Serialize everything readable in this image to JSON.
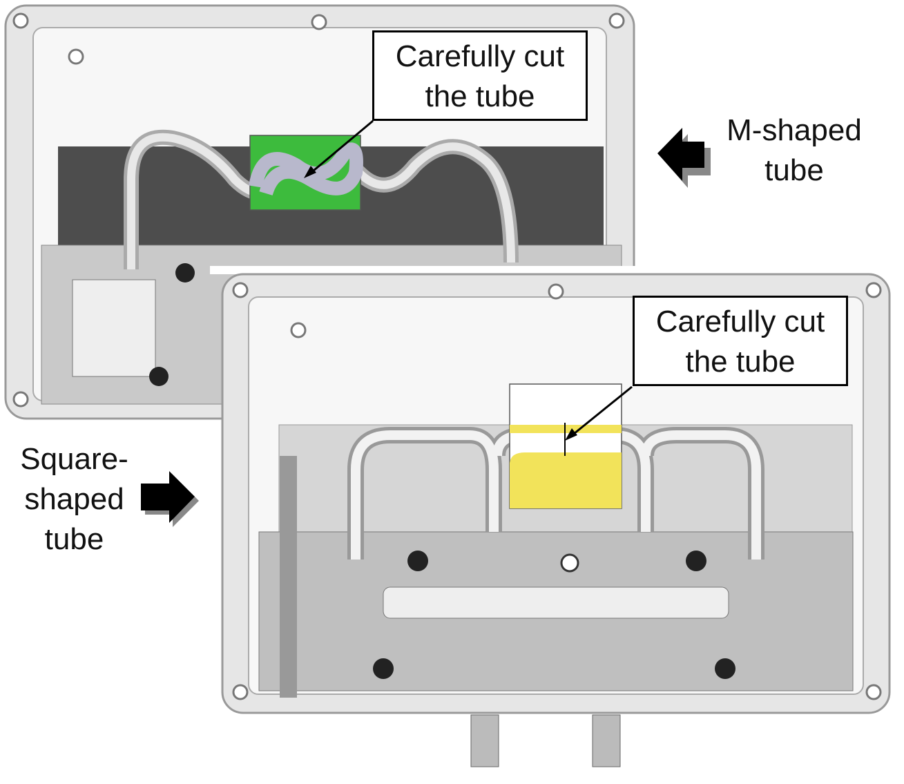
{
  "top_unit": {
    "callout": {
      "line1": "Carefully cut",
      "line2": "the tube"
    },
    "label": {
      "line1": "M-shaped",
      "line2": "tube"
    },
    "highlight_color": "#3dbb3d"
  },
  "bottom_unit": {
    "callout": {
      "line1": "Carefully cut",
      "line2": "the tube"
    },
    "label": {
      "line1": "Square-",
      "line2": "shaped",
      "line3": "tube"
    },
    "highlight_color": "#f2e35a"
  }
}
